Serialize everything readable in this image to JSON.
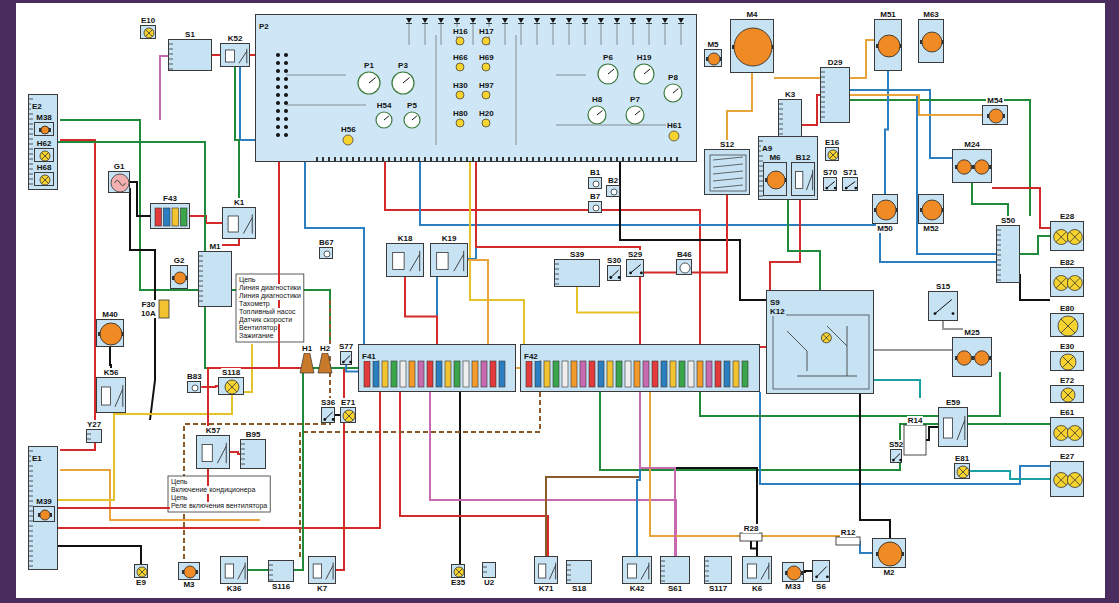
{
  "diagram": {
    "nodes": [
      {
        "text": [
          "E10"
        ]
      },
      {
        "text": [
          "S1"
        ]
      },
      {
        "text": [
          "K52"
        ]
      },
      {
        "text": [
          "P2"
        ]
      },
      {
        "text": [
          "P1"
        ],
        "in": 3
      },
      {
        "text": [
          "P3"
        ],
        "in": 3
      },
      {
        "text": [
          "H54"
        ],
        "in": 3
      },
      {
        "text": [
          "P5"
        ],
        "in": 3
      },
      {
        "text": [
          "H56"
        ],
        "in": 3
      },
      {
        "text": [
          "H16"
        ],
        "in": 3
      },
      {
        "text": [
          "H17"
        ],
        "in": 3
      },
      {
        "text": [
          "H66"
        ],
        "in": 3
      },
      {
        "text": [
          "H69"
        ],
        "in": 3
      },
      {
        "text": [
          "H30"
        ],
        "in": 3
      },
      {
        "text": [
          "H97"
        ],
        "in": 3
      },
      {
        "text": [
          "H80"
        ],
        "in": 3
      },
      {
        "text": [
          "H20"
        ],
        "in": 3
      },
      {
        "text": [
          "P6"
        ],
        "in": 3
      },
      {
        "text": [
          "H8"
        ],
        "in": 3
      },
      {
        "text": [
          "H19"
        ],
        "in": 3
      },
      {
        "text": [
          "P7"
        ],
        "in": 3
      },
      {
        "text": [
          "P8"
        ],
        "in": 3
      },
      {
        "text": [
          "H61"
        ],
        "in": 3
      },
      {
        "text": [
          "M5"
        ]
      },
      {
        "text": [
          "M4"
        ]
      },
      {
        "text": [
          "K3"
        ]
      },
      {
        "text": [
          "D29"
        ]
      },
      {
        "text": [
          "M51"
        ]
      },
      {
        "text": [
          "M63"
        ]
      },
      {
        "text": [
          "M54"
        ]
      },
      {
        "text": [
          "E2"
        ]
      },
      {
        "text": [
          "M38"
        ],
        "in": 30
      },
      {
        "text": [
          "H62"
        ],
        "in": 30
      },
      {
        "text": [
          "H68"
        ],
        "in": 30
      },
      {
        "text": [
          "G1"
        ]
      },
      {
        "text": [
          "S12"
        ]
      },
      {
        "text": [
          "A9"
        ]
      },
      {
        "text": [
          "M6"
        ],
        "in": 36
      },
      {
        "text": [
          "B12"
        ],
        "in": 36
      },
      {
        "text": [
          "E16"
        ]
      },
      {
        "text": [
          "S70"
        ]
      },
      {
        "text": [
          "S71"
        ]
      },
      {
        "text": [
          "B1"
        ]
      },
      {
        "text": [
          "B2"
        ]
      },
      {
        "text": [
          "B7"
        ]
      },
      {
        "text": [
          "M24"
        ]
      },
      {
        "text": [
          "F43"
        ]
      },
      {
        "text": [
          "K1"
        ]
      },
      {
        "text": [
          "M1"
        ]
      },
      {
        "text": [
          "G2"
        ]
      },
      {
        "text": [
          "M50"
        ]
      },
      {
        "text": [
          "M52"
        ]
      },
      {
        "text": [
          "B67"
        ]
      },
      {
        "text": [
          "K18"
        ]
      },
      {
        "text": [
          "K19"
        ]
      },
      {
        "text": [
          "S39"
        ]
      },
      {
        "text": [
          "S30"
        ]
      },
      {
        "text": [
          "S29"
        ]
      },
      {
        "text": [
          "B46"
        ]
      },
      {
        "text": [
          "S50"
        ]
      },
      {
        "text": [
          "E28"
        ]
      },
      {
        "text": [
          "E82"
        ]
      },
      {
        "text": [
          "S15"
        ]
      },
      {
        "text": [
          "F30",
          "10A"
        ]
      },
      {
        "text": [
          "M40"
        ]
      },
      {
        "text": [
          "K56"
        ]
      },
      {
        "text": [
          "B83"
        ]
      },
      {
        "text": [
          "S118"
        ]
      },
      {
        "text": [
          "H1"
        ]
      },
      {
        "text": [
          "H2"
        ]
      },
      {
        "text": [
          "S77"
        ]
      },
      {
        "text": [
          "F41"
        ]
      },
      {
        "text": [
          "F42"
        ]
      },
      {
        "text": [
          "S9",
          "K12"
        ]
      },
      {
        "text": [
          "M25"
        ]
      },
      {
        "text": [
          "E80"
        ]
      },
      {
        "text": [
          "E30"
        ]
      },
      {
        "text": [
          "E72"
        ]
      },
      {
        "text": [
          "E59"
        ]
      },
      {
        "text": [
          "S52"
        ]
      },
      {
        "text": [
          "R14"
        ]
      },
      {
        "text": [
          "E61"
        ]
      },
      {
        "text": [
          "E81"
        ]
      },
      {
        "text": [
          "E27"
        ]
      },
      {
        "text": [
          "S36"
        ]
      },
      {
        "text": [
          "E71"
        ]
      },
      {
        "text": [
          "Y27"
        ]
      },
      {
        "text": [
          "K57"
        ]
      },
      {
        "text": [
          "B95"
        ]
      },
      {
        "text": [
          "E1"
        ]
      },
      {
        "text": [
          "M39"
        ],
        "in": 89
      },
      {
        "text": [
          "E9"
        ]
      },
      {
        "text": [
          "M3"
        ]
      },
      {
        "text": [
          "K36"
        ]
      },
      {
        "text": [
          "S116"
        ]
      },
      {
        "text": [
          "K7"
        ]
      },
      {
        "text": [
          "E35"
        ]
      },
      {
        "text": [
          "U2"
        ]
      },
      {
        "text": [
          "K71"
        ]
      },
      {
        "text": [
          "S18"
        ]
      },
      {
        "text": [
          "K42"
        ]
      },
      {
        "text": [
          "S61"
        ]
      },
      {
        "text": [
          "S117"
        ]
      },
      {
        "text": [
          "R28"
        ]
      },
      {
        "text": [
          "K6"
        ]
      },
      {
        "text": [
          "M33"
        ]
      },
      {
        "text": [
          "S6"
        ]
      },
      {
        "text": [
          "R12"
        ]
      },
      {
        "text": [
          "M2"
        ]
      }
    ],
    "edges": [
      {
        "from": 1,
        "to": 71,
        "arrow": "none"
      },
      {
        "from": 34,
        "to": 46,
        "arrow": "none"
      },
      {
        "from": 46,
        "to": 47,
        "arrow": "none"
      },
      {
        "from": 47,
        "to": 48,
        "arrow": "none"
      },
      {
        "from": 3,
        "to": 71,
        "arrow": "none"
      },
      {
        "from": 3,
        "to": 72,
        "arrow": "none"
      },
      {
        "from": 30,
        "to": 71,
        "arrow": "none"
      },
      {
        "from": 89,
        "to": 71,
        "arrow": "none"
      },
      {
        "from": 64,
        "to": 65,
        "arrow": "none"
      },
      {
        "from": 53,
        "to": 71,
        "arrow": "none"
      },
      {
        "from": 54,
        "to": 72,
        "arrow": "none"
      },
      {
        "from": 55,
        "to": 72,
        "arrow": "none"
      },
      {
        "from": 24,
        "to": 35,
        "arrow": "none"
      },
      {
        "from": 35,
        "to": 72,
        "arrow": "none"
      },
      {
        "from": 36,
        "to": 73,
        "arrow": "none"
      },
      {
        "from": 26,
        "to": 59,
        "arrow": "none"
      },
      {
        "from": 27,
        "to": 50,
        "arrow": "none"
      },
      {
        "from": 45,
        "to": 59,
        "arrow": "none"
      },
      {
        "from": 59,
        "to": 60,
        "arrow": "none"
      },
      {
        "from": 73,
        "to": 72,
        "arrow": "none"
      },
      {
        "from": 72,
        "to": 104,
        "arrow": "none"
      },
      {
        "from": 71,
        "to": 95,
        "arrow": "none"
      },
      {
        "from": 71,
        "to": 93,
        "arrow": "none"
      },
      {
        "from": 72,
        "to": 98,
        "arrow": "none"
      },
      {
        "from": 72,
        "to": 100,
        "arrow": "none"
      },
      {
        "from": 107,
        "to": 108,
        "arrow": "none"
      },
      {
        "from": 78,
        "to": 80,
        "arrow": "none"
      },
      {
        "from": 74,
        "to": 62,
        "arrow": "none"
      },
      {
        "from": 87,
        "to": 88,
        "arrow": "none"
      },
      {
        "from": 67,
        "to": 66,
        "arrow": "none"
      },
      {
        "from": 72,
        "to": 101,
        "arrow": "none"
      },
      {
        "from": 84,
        "to": 85,
        "arrow": "none"
      },
      {
        "from": 70,
        "to": 71,
        "arrow": "none"
      },
      {
        "from": 2,
        "to": 47,
        "arrow": "none"
      },
      {
        "from": 25,
        "to": 26,
        "arrow": "none"
      },
      {
        "from": 103,
        "to": 104,
        "arrow": "none"
      },
      {
        "from": 105,
        "to": 106,
        "arrow": "none"
      },
      {
        "from": 83,
        "to": 82,
        "arrow": "none"
      },
      {
        "from": 29,
        "to": 26,
        "arrow": "none"
      }
    ],
    "labels": [
      "Цепь",
      "Линия диагностики",
      "Линия диагностики",
      "Тахометр",
      "Топливный насос",
      "Датчик скорости",
      "Вентилятор",
      "Зажигание",
      "Цепь",
      "Включение кондиционера",
      "Цепь",
      "Реле включения вентилятора"
    ]
  }
}
